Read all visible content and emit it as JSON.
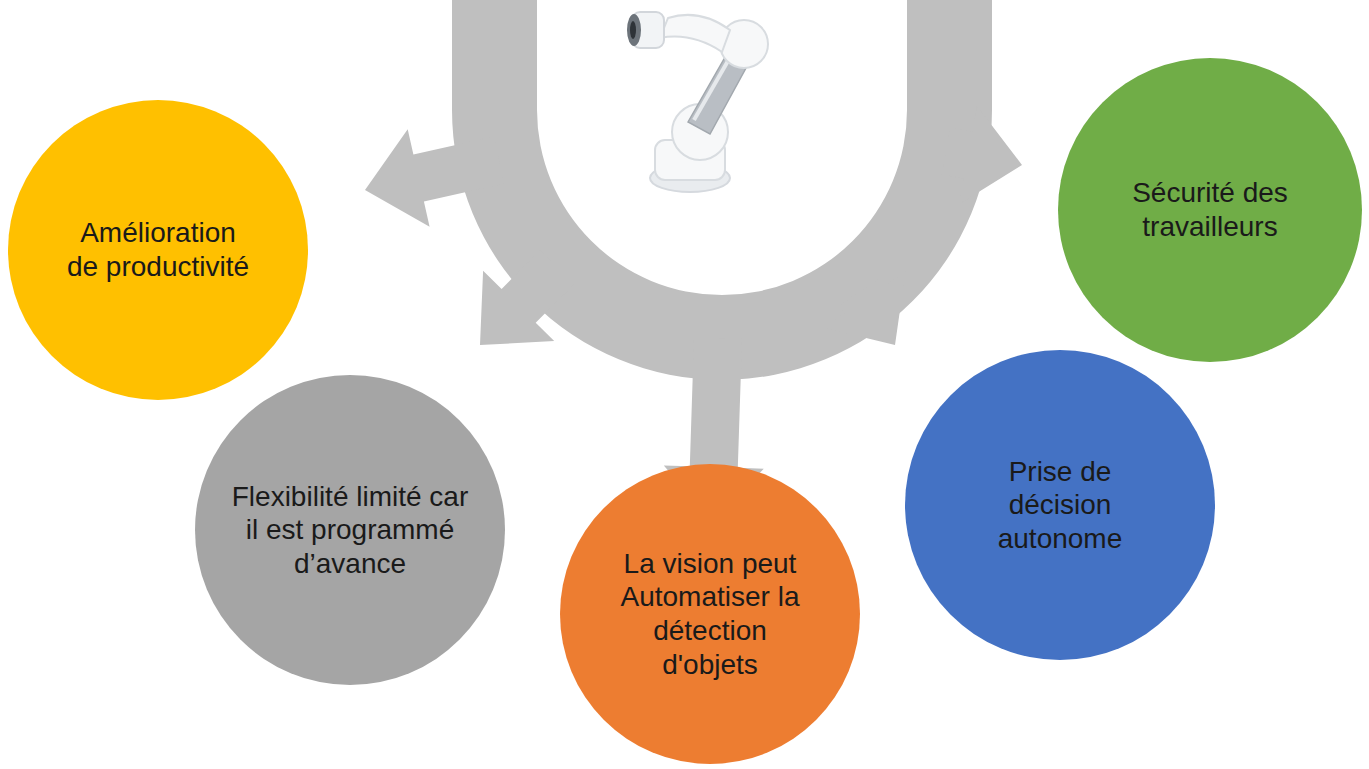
{
  "diagram": {
    "nodes": [
      {
        "text": [
          "Amélioration de productivité"
        ]
      },
      {
        "text": [
          "Sécurité des travailleurs"
        ]
      },
      {
        "text": [
          "Flexibilité limité car il est programmé d’avance"
        ]
      },
      {
        "text": [
          "La vision peut Automatiser la détection d'objets"
        ]
      },
      {
        "text": [
          "Prise de décision autonome"
        ]
      }
    ]
  }
}
